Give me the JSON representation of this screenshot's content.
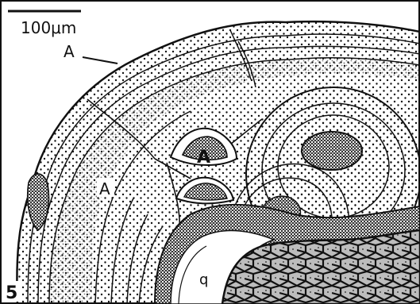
{
  "figure": {
    "panel_number": "5",
    "scale_bar": {
      "label": "100μm"
    },
    "labels": {
      "outer_layer": "A",
      "inner_layer": "A",
      "nucleus": "A",
      "core": "q"
    }
  },
  "colors": {
    "ink": "#111111",
    "paper": "#ffffff",
    "dense_stipple": "#222222",
    "core_grey": "#b8b8b8"
  }
}
